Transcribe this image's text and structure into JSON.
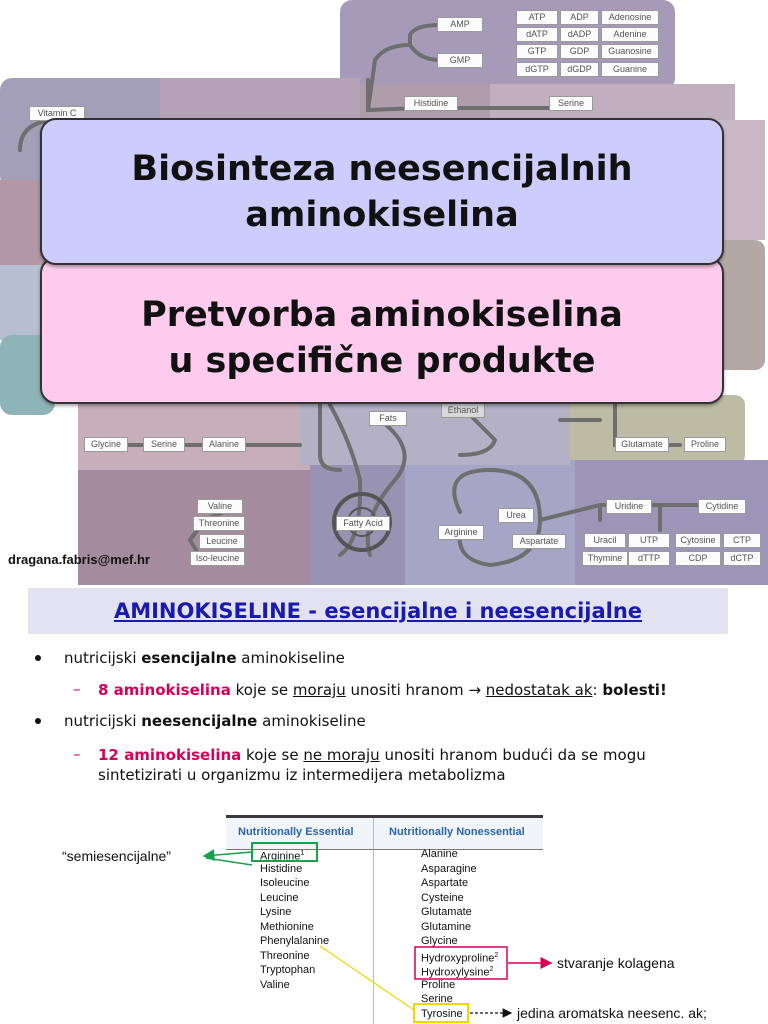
{
  "slide_top": {
    "map_labels": [
      "AMP",
      "GMP",
      "ATP",
      "ADP",
      "Adenosine",
      "dATP",
      "dADP",
      "Adenine",
      "GTP",
      "GDP",
      "Guanosine",
      "dGTP",
      "dGDP",
      "Guanine",
      "Vitamin C",
      "Histidine",
      "Serine",
      "Glycine",
      "Serine",
      "Alanine",
      "Fats",
      "Ethanol",
      "Glutamate",
      "Proline",
      "Valine",
      "Threonine",
      "Leucine",
      "Iso-leucine",
      "Fatty Acid",
      "Arginine",
      "Urea",
      "Aspartate",
      "Uridine",
      "Cytidine",
      "Uracil",
      "UTP",
      "Cytosine",
      "CTP",
      "Thymine",
      "dTTP",
      "CDP",
      "dCTP"
    ],
    "title1_line1": "Biosinteza neesencijalnih",
    "title1_line2": "aminokiselina",
    "title2_line1": "Pretvorba aminokiselina",
    "title2_line2": "u specifične produkte",
    "email": "dragana.fabris@mef.hr",
    "colors": {
      "title1_bg": "#ccccfd",
      "title2_bg": "#fccbee"
    }
  },
  "slide_bottom": {
    "heading": "AMINOKISELINE - esencijalne i neesencijalne",
    "bullet1": {
      "t1": "nutricijski ",
      "t2": "esencijalne",
      "t3": " aminokiseline"
    },
    "sub1": {
      "count": "8 aminokiselina",
      "t1": " koje se ",
      "must": "moraju",
      "t2": " unositi hranom → ",
      "lack": "nedostatak ak",
      "colon": ": ",
      "disease": "bolesti!"
    },
    "bullet2": {
      "t1": "nutricijski ",
      "t2": "neesencijalne",
      "t3": " aminokiseline"
    },
    "sub2": {
      "count": "12 aminokiselina",
      "t1": " koje se ",
      "mustnot": "ne moraju",
      "t2": " unositi hranom budući da se mogu",
      "line2": "sintetizirati u organizmu iz intermedijera metabolizma"
    },
    "table": {
      "col1_header": "Nutritionally Essential",
      "col2_header": "Nutritionally Nonessential",
      "essential": [
        {
          "name": "Arginine",
          "sup": "1"
        },
        {
          "name": "Histidine",
          "sup": ""
        },
        {
          "name": "Isoleucine",
          "sup": ""
        },
        {
          "name": "Leucine",
          "sup": ""
        },
        {
          "name": "Lysine",
          "sup": ""
        },
        {
          "name": "Methionine",
          "sup": ""
        },
        {
          "name": "Phenylalanine",
          "sup": ""
        },
        {
          "name": "Threonine",
          "sup": ""
        },
        {
          "name": "Tryptophan",
          "sup": ""
        },
        {
          "name": "Valine",
          "sup": ""
        }
      ],
      "nonessential": [
        {
          "name": "Alanine",
          "sup": ""
        },
        {
          "name": "Asparagine",
          "sup": ""
        },
        {
          "name": "Aspartate",
          "sup": ""
        },
        {
          "name": "Cysteine",
          "sup": ""
        },
        {
          "name": "Glutamate",
          "sup": ""
        },
        {
          "name": "Glutamine",
          "sup": ""
        },
        {
          "name": "Glycine",
          "sup": ""
        },
        {
          "name": "Hydroxyproline",
          "sup": "2"
        },
        {
          "name": "Hydroxylysine",
          "sup": "2"
        },
        {
          "name": "Proline",
          "sup": ""
        },
        {
          "name": "Serine",
          "sup": ""
        },
        {
          "name": "Tyrosine",
          "sup": ""
        }
      ]
    },
    "annotations": {
      "semi": "“semiesencijalne”",
      "collagen": "stvaranje kolagena",
      "aromatic": "jedina aromatska neesenc. ak;"
    },
    "colors": {
      "heading": "#1a1ab0",
      "pink": "#d6005a",
      "green": "#16a34a",
      "yellow": "#f2d600",
      "table_header": "#2b67a8"
    }
  }
}
